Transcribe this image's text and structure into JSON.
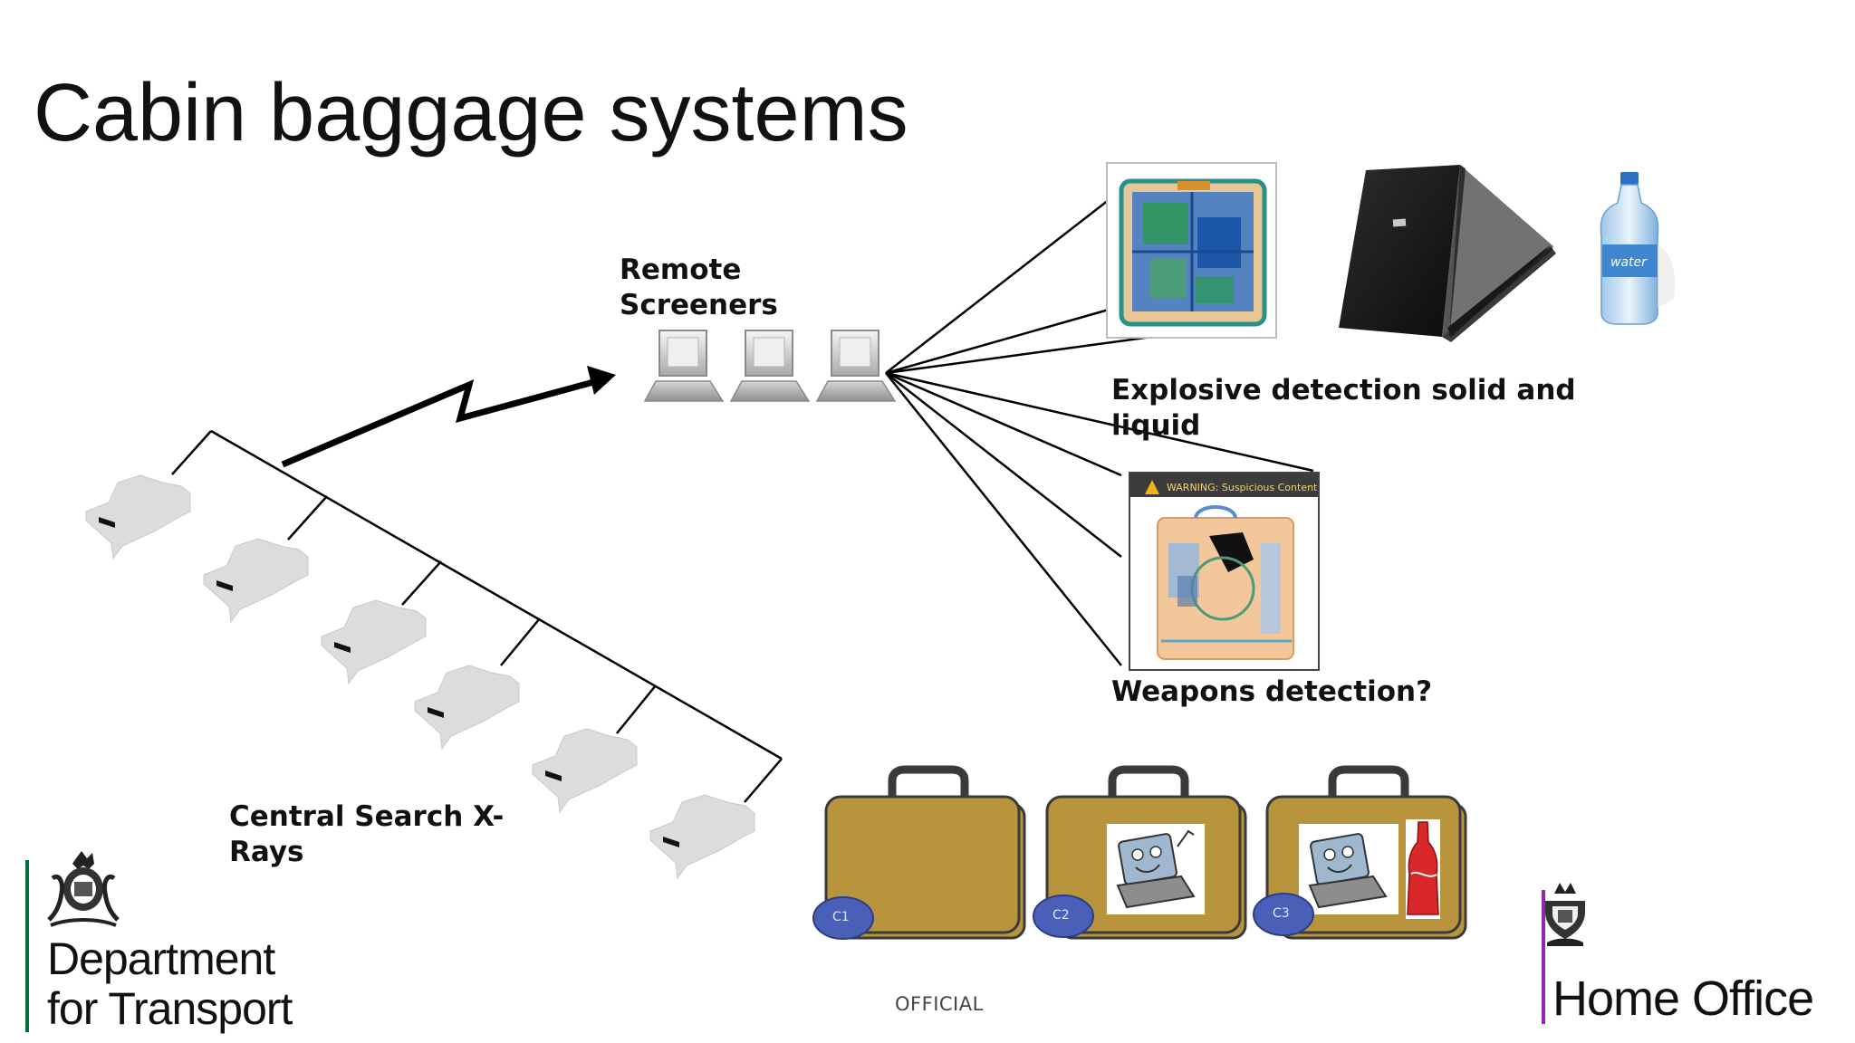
{
  "slide": {
    "title": "Cabin baggage systems",
    "footer_marking": "OFFICIAL"
  },
  "labels": {
    "remote_screeners": [
      "Remote",
      "Screeners"
    ],
    "explosive_detection": [
      "Explosive detection solid and",
      "liquid"
    ],
    "weapons_detection": "Weapons detection?",
    "central_search": [
      "Central Search X-",
      "Rays"
    ]
  },
  "images": {
    "xray_scan": "xray-bag-scan-icon",
    "laptop": "laptop-icon",
    "water_bottle": "water-bottle-icon",
    "water_label": "water",
    "warning_scan": "warning-xray-scan-icon",
    "warning_text": "WARNING: Suspicious Content"
  },
  "bags": [
    {
      "tag": "C1",
      "contents": []
    },
    {
      "tag": "C2",
      "contents": [
        "laptop"
      ]
    },
    {
      "tag": "C3",
      "contents": [
        "laptop",
        "bottle"
      ]
    }
  ],
  "organisations": {
    "dft": [
      "Department",
      "for Transport"
    ],
    "home_office": "Home Office"
  },
  "colors": {
    "dft_bar": "#00703c",
    "home_office_bar": "#9325b2",
    "bag_body": "#b8953d",
    "bag_tag": "#4a5fb8",
    "xray_machine": "#dcdcdc"
  }
}
